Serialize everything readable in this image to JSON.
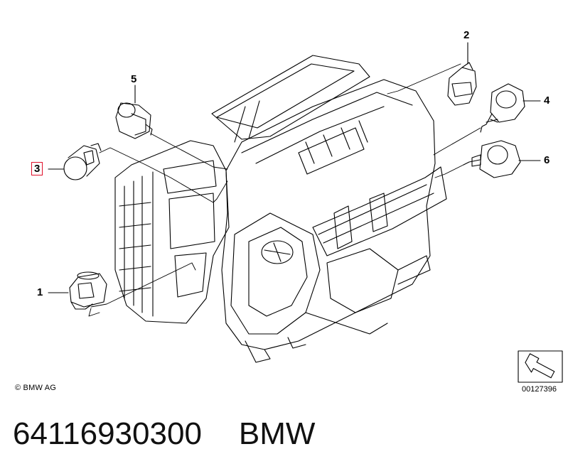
{
  "callouts": [
    {
      "id": "1",
      "label": "1"
    },
    {
      "id": "2",
      "label": "2"
    },
    {
      "id": "3",
      "label": "3"
    },
    {
      "id": "4",
      "label": "4"
    },
    {
      "id": "5",
      "label": "5"
    },
    {
      "id": "6",
      "label": "6"
    }
  ],
  "copyright": "© BMW AG",
  "diagram_number": "00127396",
  "caption": {
    "part_number": "64116930300",
    "brand": "BMW"
  },
  "colors": {
    "line": "#000000",
    "highlight": "#e0102a"
  },
  "icons": {
    "navigation": "arrow-icon"
  }
}
